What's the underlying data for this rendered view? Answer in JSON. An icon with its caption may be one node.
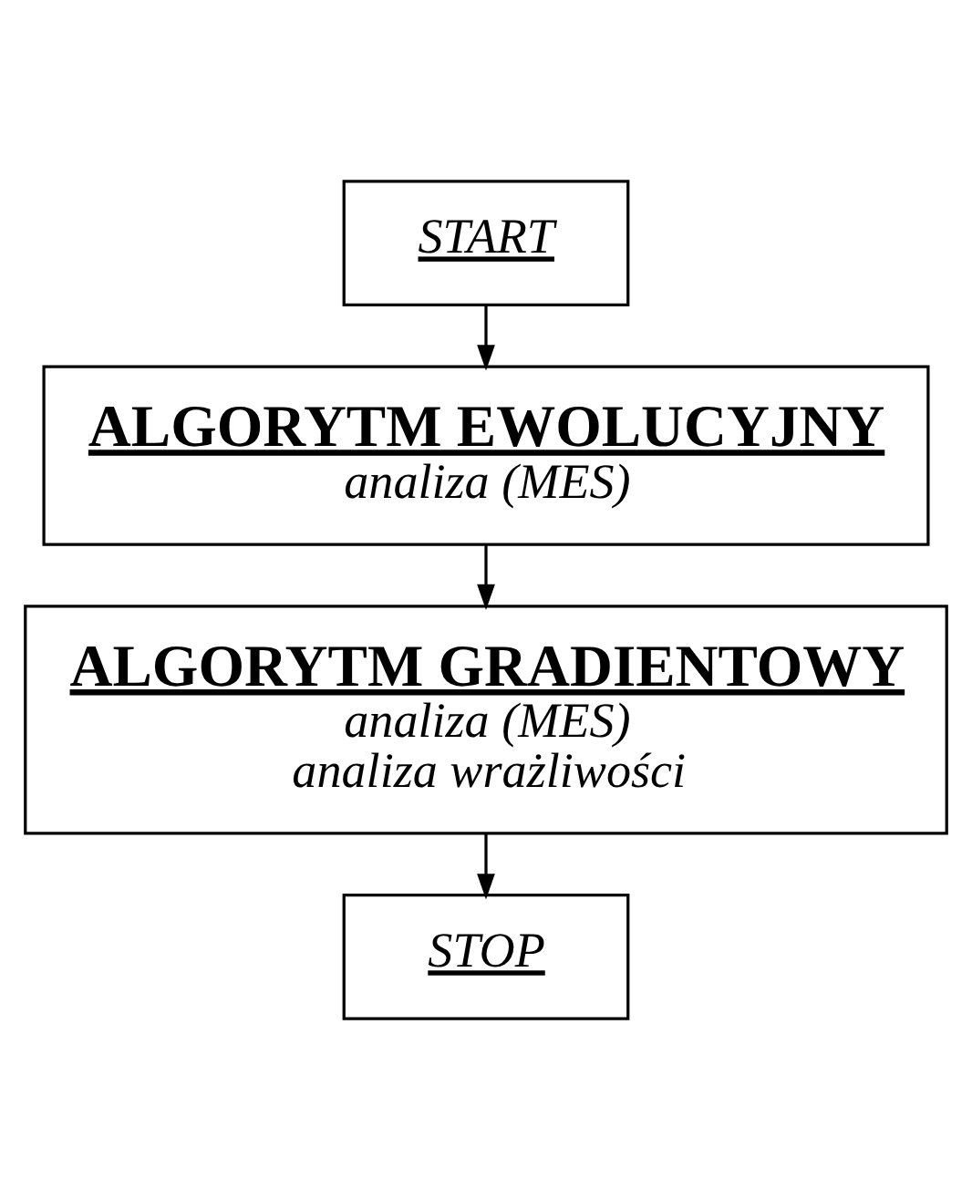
{
  "diagram": {
    "nodes": [
      {
        "text": [
          "START"
        ]
      },
      {
        "text": [
          "ALGORYTM EWOLUCYJNY",
          "analiza (MES)"
        ]
      },
      {
        "text": [
          "ALGORYTM GRADIENTOWY",
          "analiza (MES)",
          "analiza wrażliwości"
        ]
      },
      {
        "text": [
          "STOP"
        ]
      }
    ],
    "edges": [
      {
        "from": 0,
        "to": 1,
        "arrow": "to"
      },
      {
        "from": 1,
        "to": 2,
        "arrow": "to"
      },
      {
        "from": 2,
        "to": 3,
        "arrow": "to"
      }
    ]
  }
}
